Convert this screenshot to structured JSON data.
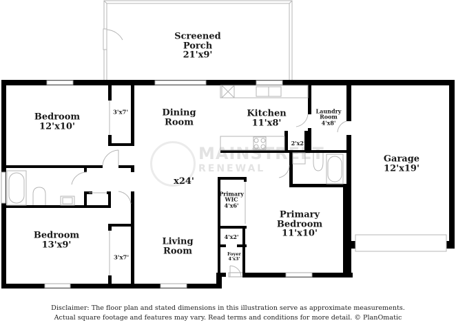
{
  "floor_plan": {
    "rooms": [
      {
        "id": "screened-porch",
        "name": "Screened Porch",
        "dims": "21'x9'"
      },
      {
        "id": "bedroom-1",
        "name": "Bedroom",
        "dims": "12'x10'"
      },
      {
        "id": "closet-1",
        "name": "",
        "dims": "3'x7'"
      },
      {
        "id": "dining-room",
        "name": "Dining Room",
        "dims": ""
      },
      {
        "id": "kitchen",
        "name": "Kitchen",
        "dims": "11'x8'"
      },
      {
        "id": "laundry-room",
        "name": "Laundry Room",
        "dims": "4'x8'"
      },
      {
        "id": "pantry",
        "name": "",
        "dims": "2'x2'"
      },
      {
        "id": "garage",
        "name": "Garage",
        "dims": "12'x19'"
      },
      {
        "id": "living-dims",
        "name": "",
        "dims": "x24'"
      },
      {
        "id": "primary-wic",
        "name": "Primary WIC",
        "dims": "4'x6'"
      },
      {
        "id": "closet-foyer",
        "name": "",
        "dims": "4'x2'"
      },
      {
        "id": "foyer",
        "name": "Foyer",
        "dims": "4'x3'"
      },
      {
        "id": "primary-bedroom",
        "name": "Primary Bedroom",
        "dims": "11'x10'"
      },
      {
        "id": "bedroom-2",
        "name": "Bedroom",
        "dims": "13'x9'"
      },
      {
        "id": "closet-2",
        "name": "",
        "dims": "3'x7'"
      },
      {
        "id": "living-room",
        "name": "Living Room",
        "dims": ""
      }
    ],
    "labels": {
      "porch_1": "Screened",
      "porch_2": "Porch",
      "porch_d": "21'x9'",
      "bed1_n": "Bedroom",
      "bed1_d": "12'x10'",
      "closet1_d": "3'x7'",
      "dining_1": "Dining",
      "dining_2": "Room",
      "kitchen_n": "Kitchen",
      "kitchen_d": "11'x8'",
      "laundry_1": "Laundry",
      "laundry_2": "Room",
      "laundry_d": "4'x8'",
      "pantry_d": "2'x2'",
      "garage_n": "Garage",
      "garage_d": "12'x19'",
      "living_partial": "x24'",
      "wic_1": "Primary",
      "wic_2": "WIC",
      "wic_d": "4'x6'",
      "closet_foyer_d": "4'x2'",
      "foyer_n": "Foyer",
      "foyer_d": "4'x3'",
      "pbed_1": "Primary",
      "pbed_2": "Bedroom",
      "pbed_d": "11'x10'",
      "bed2_n": "Bedroom",
      "bed2_d": "13'x9'",
      "closet2_d": "3'x7'",
      "living_1": "Living",
      "living_2": "Room"
    }
  },
  "watermark": {
    "line1": "MAINSTREET",
    "line2": "RENEWAL"
  },
  "disclaimer": {
    "line1": "Disclaimer: The floor plan and stated dimensions in this illustration serve as approximate measurements.",
    "line2": "Actual square footage and features may vary. Read terms and conditions for more detail. © PlanOmatic"
  },
  "colors": {
    "wall": "#000000",
    "fixture": "#bdbdbd",
    "text": "#1a1a1a",
    "background": "#ffffff"
  }
}
